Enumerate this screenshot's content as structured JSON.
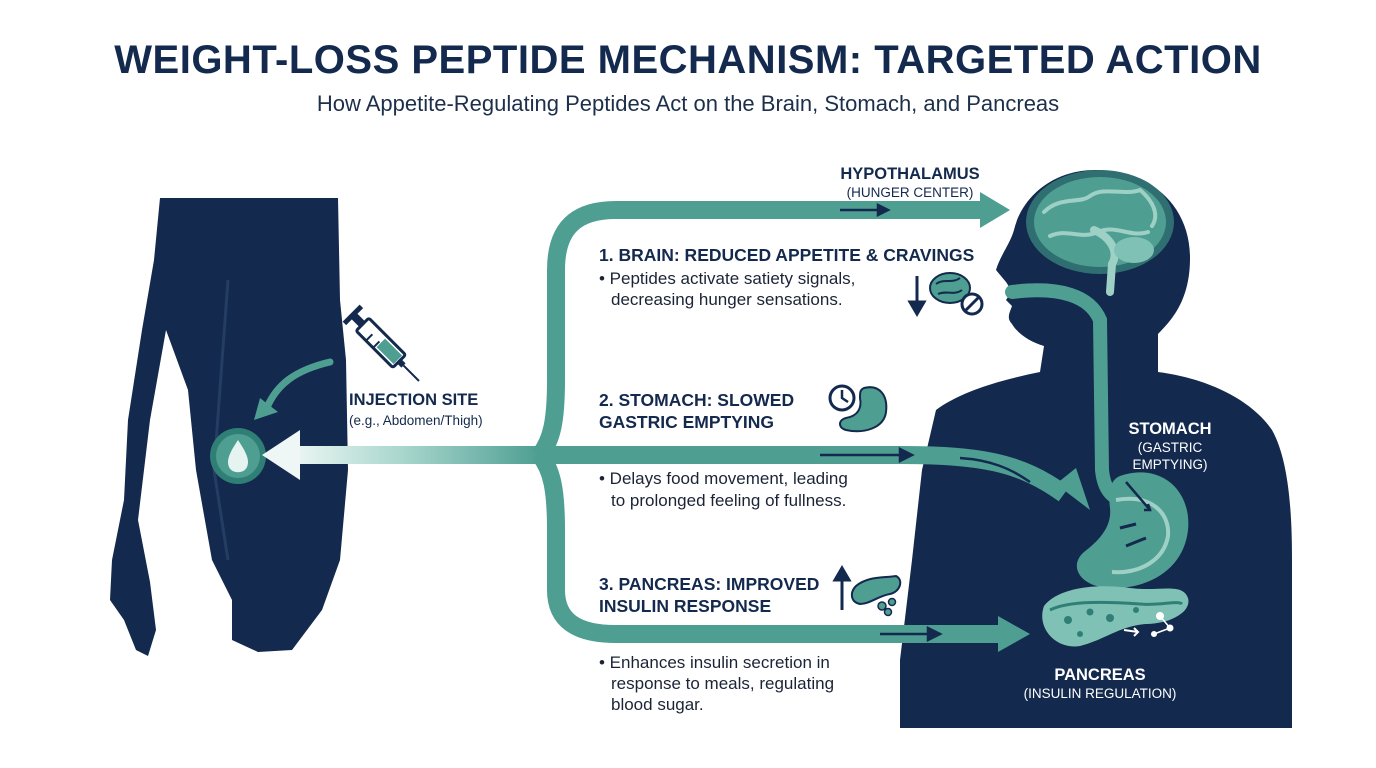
{
  "title": "WEIGHT-LOSS PEPTIDE MECHANISM: TARGETED ACTION",
  "subtitle": "How Appetite-Regulating Peptides Act on the Brain, Stomach, and Pancreas",
  "colors": {
    "navy": "#13294d",
    "teal": "#4e9e92",
    "teal_light": "#9fd0c6",
    "teal_dark": "#2f7f77"
  },
  "injection": {
    "label": "INJECTION SITE",
    "sublabel": "(e.g., Abdomen/Thigh)"
  },
  "organs": {
    "hypothalamus": {
      "label": "HYPOTHALAMUS",
      "sublabel": "(HUNGER CENTER)"
    },
    "stomach": {
      "label": "STOMACH",
      "sublabel_line1": "(GASTRIC",
      "sublabel_line2": "EMPTYING)"
    },
    "pancreas": {
      "label": "PANCREAS",
      "sublabel": "(INSULIN REGULATION)"
    }
  },
  "steps": [
    {
      "heading": "1. BRAIN: REDUCED APPETITE & CRAVINGS",
      "body_line1": "• Peptides activate satiety signals,",
      "body_line2": "decreasing hunger sensations.",
      "icons": [
        "down-arrow-icon",
        "brain-icon",
        "no-symbol-icon"
      ]
    },
    {
      "heading_line1": "2. STOMACH: SLOWED",
      "heading_line2": "GASTRIC EMPTYING",
      "body_line1": "• Delays food movement, leading",
      "body_line2": "to prolonged feeling of fullness.",
      "icons": [
        "clock-icon",
        "stomach-icon"
      ]
    },
    {
      "heading_line1": "3. PANCREAS: IMPROVED",
      "heading_line2": "INSULIN RESPONSE",
      "body_line1": "• Enhances insulin secretion in",
      "body_line2": "response to meals, regulating",
      "body_line3": "blood sugar.",
      "icons": [
        "up-arrow-icon",
        "pancreas-icon",
        "granules-icon"
      ]
    }
  ]
}
